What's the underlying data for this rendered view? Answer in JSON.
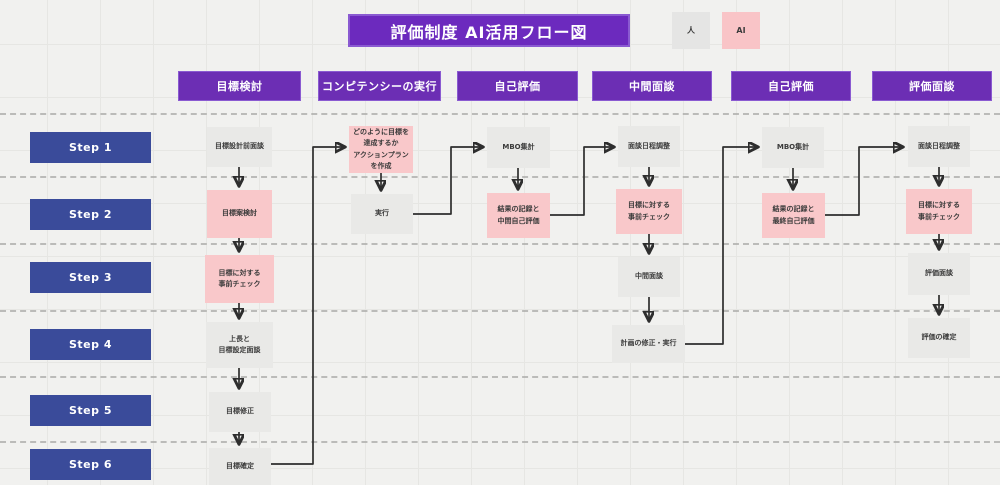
{
  "title": "評価制度 AI活用フロー図",
  "legend": {
    "human_label": "人",
    "ai_label": "AI",
    "human_color": "#e5e5e4",
    "ai_color": "#f9c4c7"
  },
  "colors": {
    "header_purple": "#6c2eb4",
    "step_navy": "#3a4b9a",
    "human_node": "#e9e9e7",
    "ai_node": "#f9c8ca"
  },
  "columns": [
    "目標検討",
    "コンピテンシーの実行",
    "自己評価",
    "中間面談",
    "自己評価",
    "評価面談"
  ],
  "steps": [
    "Step 1",
    "Step 2",
    "Step 3",
    "Step 4",
    "Step 5",
    "Step 6"
  ],
  "nodes": [
    {
      "label": "目標設計前面談",
      "actor": "human",
      "column": "目標検討",
      "step": "Step 1"
    },
    {
      "label": "目標案検討",
      "actor": "AI",
      "column": "目標検討",
      "step": "Step 2"
    },
    {
      "label": "目標に対する\n事前チェック",
      "actor": "AI",
      "column": "目標検討",
      "step": "Step 3"
    },
    {
      "label": "上長と\n目標設定面談",
      "actor": "human",
      "column": "目標検討",
      "step": "Step 4"
    },
    {
      "label": "目標修正",
      "actor": "human",
      "column": "目標検討",
      "step": "Step 5"
    },
    {
      "label": "目標確定",
      "actor": "human",
      "column": "目標検討",
      "step": "Step 6"
    },
    {
      "label": "どのように目標を\n達成するか\nアクションプラン\nを作成",
      "actor": "AI",
      "column": "コンピテンシーの実行",
      "step": "Step 1"
    },
    {
      "label": "実行",
      "actor": "human",
      "column": "コンピテンシーの実行",
      "step": "Step 2"
    },
    {
      "label": "MBO集計",
      "actor": "human",
      "column": "自己評価",
      "step": "Step 1"
    },
    {
      "label": "結果の記録と\n中間自己評価",
      "actor": "AI",
      "column": "自己評価",
      "step": "Step 2"
    },
    {
      "label": "面談日程調整",
      "actor": "human",
      "column": "中間面談",
      "step": "Step 1"
    },
    {
      "label": "目標に対する\n事前チェック",
      "actor": "AI",
      "column": "中間面談",
      "step": "Step 2"
    },
    {
      "label": "中間面談",
      "actor": "human",
      "column": "中間面談",
      "step": "Step 3"
    },
    {
      "label": "計画の修正・実行",
      "actor": "human",
      "column": "中間面談",
      "step": "Step 4"
    },
    {
      "label": "MBO集計",
      "actor": "human",
      "column": "自己評価(最終)",
      "step": "Step 1"
    },
    {
      "label": "結果の記録と\n最終自己評価",
      "actor": "AI",
      "column": "自己評価(最終)",
      "step": "Step 2"
    },
    {
      "label": "面談日程調整",
      "actor": "human",
      "column": "評価面談",
      "step": "Step 1"
    },
    {
      "label": "目標に対する\n事前チェック",
      "actor": "AI",
      "column": "評価面談",
      "step": "Step 2"
    },
    {
      "label": "評価面談",
      "actor": "human",
      "column": "評価面談",
      "step": "Step 3"
    },
    {
      "label": "評価の確定",
      "actor": "human",
      "column": "評価面談",
      "step": "Step 4"
    }
  ]
}
